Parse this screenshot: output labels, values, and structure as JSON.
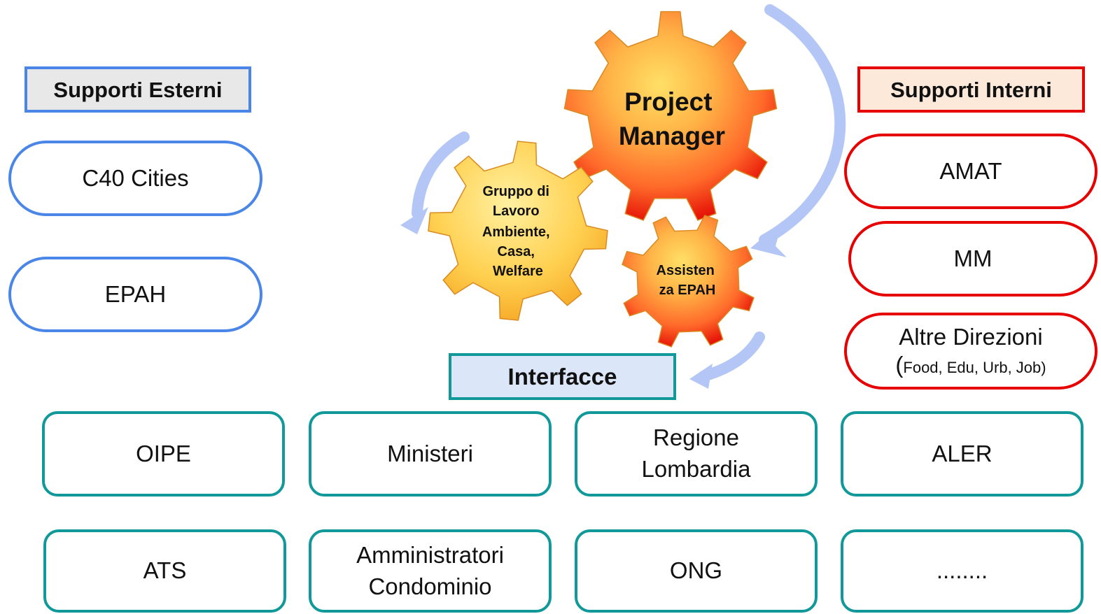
{
  "external": {
    "title": "Supporti Esterni",
    "items": [
      "C40 Cities",
      "EPAH"
    ]
  },
  "internal": {
    "title": "Supporti Interni",
    "items": [
      "AMAT",
      "MM",
      "Altre Direzioni"
    ],
    "altre_direzioni_detail_open": "(",
    "altre_direzioni_detail": "Food, Edu, Urb, Job)"
  },
  "gears": {
    "project_manager": [
      "Project",
      "Manager"
    ],
    "gruppo": [
      "Gruppo di",
      "Lavoro",
      "Ambiente,",
      "Casa,",
      "Welfare"
    ],
    "assistenza": [
      "Assisten",
      "za EPAH"
    ]
  },
  "interfaces": {
    "title": "Interfacce",
    "row1": [
      "OIPE",
      "Ministeri",
      "Regione Lombardia",
      "ALER"
    ],
    "row2": [
      "ATS",
      "Amministratori Condominio",
      "ONG",
      "........"
    ]
  },
  "colors": {
    "external_border": "#4a86e8",
    "internal_border": "#e60000",
    "interface_border": "#11999a",
    "arrow": "#b4c6f5"
  }
}
